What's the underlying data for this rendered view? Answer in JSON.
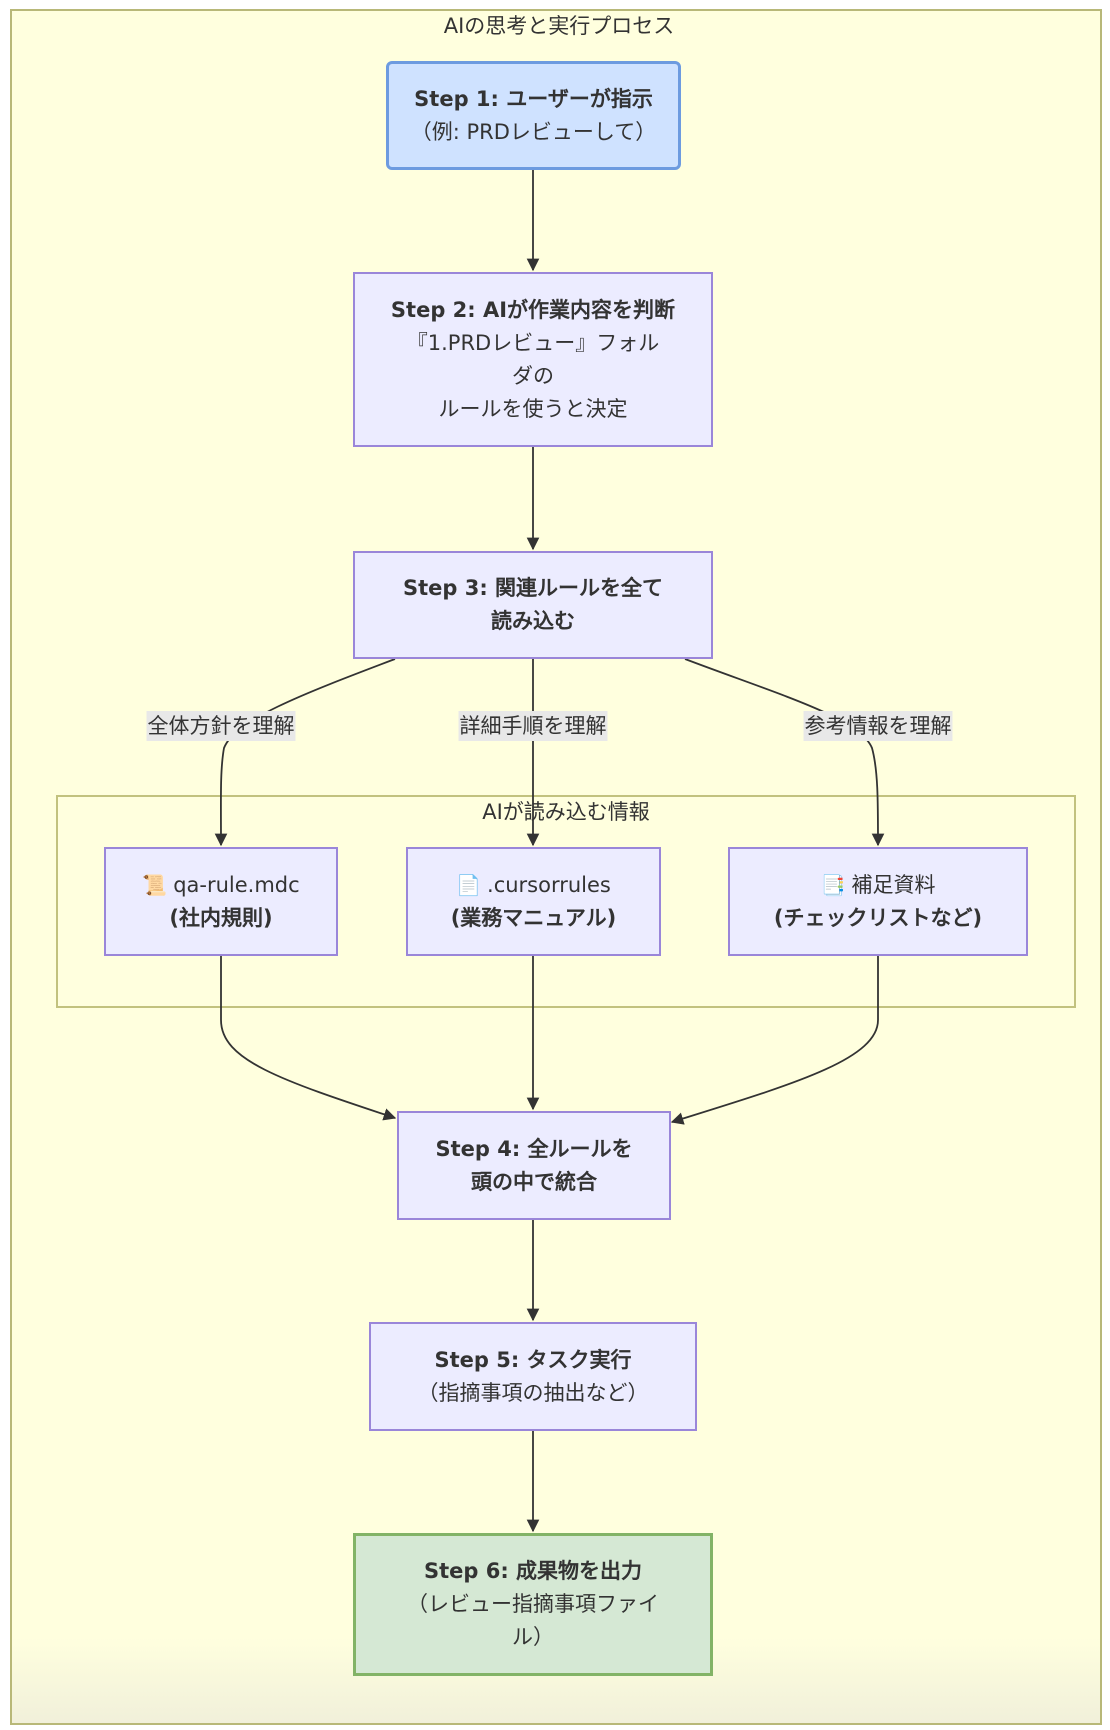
{
  "diagram": {
    "title": "AIの思考と実行プロセス",
    "subgraph_title": "AIが読み込む情報",
    "colors": {
      "cluster_bg": "#ffffde",
      "cluster_border": "#b8b878",
      "node_bg": "#ececff",
      "node_border": "#9a86d9",
      "start_bg": "#cfe2ff",
      "start_border": "#6d9be0",
      "done_bg": "#d5e8d4",
      "done_border": "#82b366",
      "edge": "#333333",
      "edge_label_bg": "#e8e8e8"
    },
    "steps": {
      "step1": {
        "title": "Step 1: ユーザーが指示",
        "lines": [
          "（例: PRDレビューして）"
        ]
      },
      "step2": {
        "title": "Step 2: AIが作業内容を判断",
        "lines": [
          "『1.PRDレビュー』フォル",
          "ダの",
          "ルールを使うと決定"
        ]
      },
      "step3": {
        "title_lines": [
          "Step 3: 関連ルールを全て",
          "読み込む"
        ]
      },
      "step4": {
        "title_lines": [
          "Step 4: 全ルールを",
          "頭の中で統合"
        ]
      },
      "step5": {
        "title": "Step 5: タスク実行",
        "lines": [
          "（指摘事項の抽出など）"
        ]
      },
      "step6": {
        "title": "Step 6: 成果物を出力",
        "lines": [
          "（レビュー指摘事項ファイ",
          "ル）"
        ]
      }
    },
    "sources": [
      {
        "icon": "scroll-icon",
        "glyph": "📜",
        "name": "qa-rule.mdc",
        "desc": "(社内規則)"
      },
      {
        "icon": "page-icon",
        "glyph": "📄",
        "name": ".cursorrules",
        "desc": "(業務マニュアル)"
      },
      {
        "icon": "bookmark-tabs-icon",
        "glyph": "📑",
        "name": "補足資料",
        "desc": "(チェックリストなど)"
      }
    ],
    "edge_labels": [
      "全体方針を理解",
      "詳細手順を理解",
      "参考情報を理解"
    ]
  }
}
